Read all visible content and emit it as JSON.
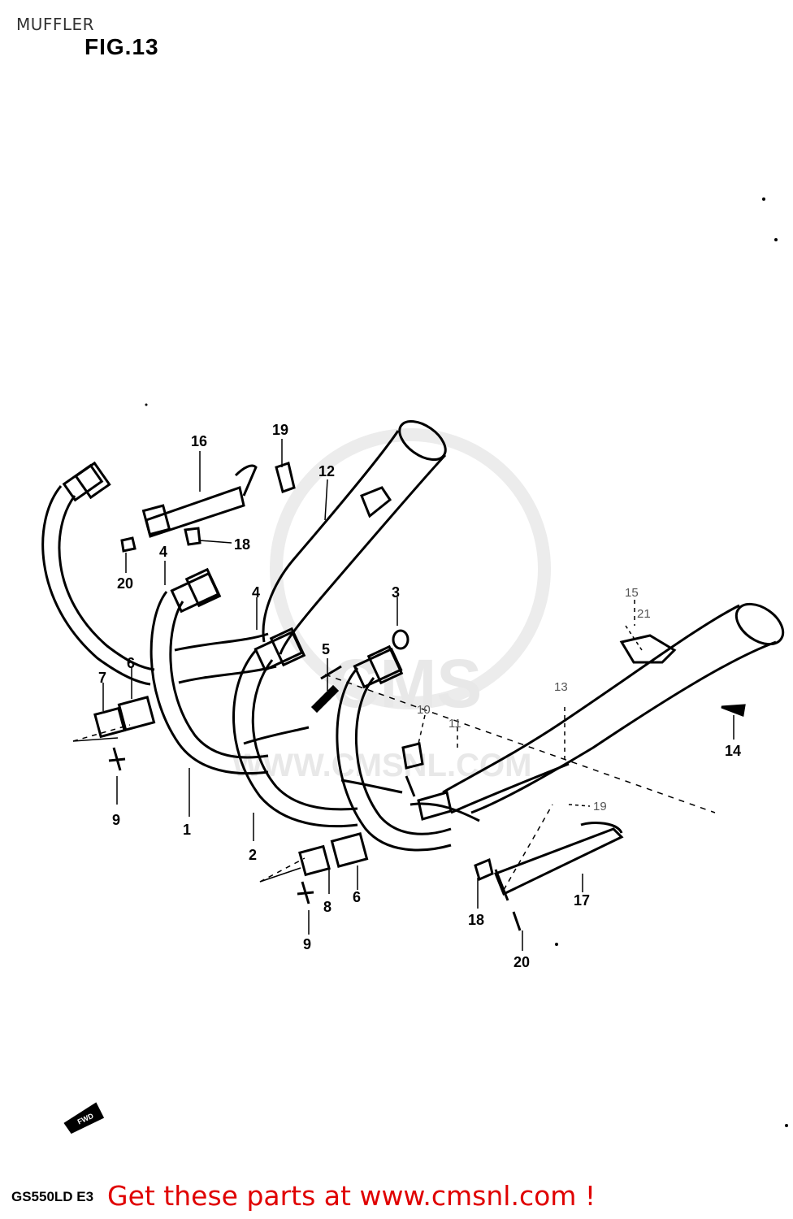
{
  "header": {
    "section": "MUFFLER",
    "figure": "FIG.13"
  },
  "footer": {
    "model": "GS550LD E3",
    "banner": "Get these parts at www.cmsnl.com !"
  },
  "watermark": {
    "brand": "CMS",
    "url": "WWW.CMSNL.COM"
  },
  "direction_tag": "FWD",
  "callouts": [
    {
      "key": "p1",
      "text": "1"
    },
    {
      "key": "p2",
      "text": "2"
    },
    {
      "key": "p3",
      "text": "3"
    },
    {
      "key": "p4a",
      "text": "4"
    },
    {
      "key": "p4b",
      "text": "4"
    },
    {
      "key": "p5",
      "text": "5"
    },
    {
      "key": "p6a",
      "text": "6"
    },
    {
      "key": "p6b",
      "text": "6"
    },
    {
      "key": "p7",
      "text": "7"
    },
    {
      "key": "p8",
      "text": "8"
    },
    {
      "key": "p9a",
      "text": "9"
    },
    {
      "key": "p9b",
      "text": "9"
    },
    {
      "key": "p10",
      "text": "10"
    },
    {
      "key": "p11",
      "text": "11"
    },
    {
      "key": "p12",
      "text": "12"
    },
    {
      "key": "p13",
      "text": "13"
    },
    {
      "key": "p14",
      "text": "14"
    },
    {
      "key": "p15",
      "text": "15"
    },
    {
      "key": "p16",
      "text": "16"
    },
    {
      "key": "p17",
      "text": "17"
    },
    {
      "key": "p18a",
      "text": "18"
    },
    {
      "key": "p18b",
      "text": "18"
    },
    {
      "key": "p19a",
      "text": "19"
    },
    {
      "key": "p19b",
      "text": "19"
    },
    {
      "key": "p20a",
      "text": "20"
    },
    {
      "key": "p20b",
      "text": "20"
    },
    {
      "key": "p21",
      "text": "21"
    }
  ]
}
